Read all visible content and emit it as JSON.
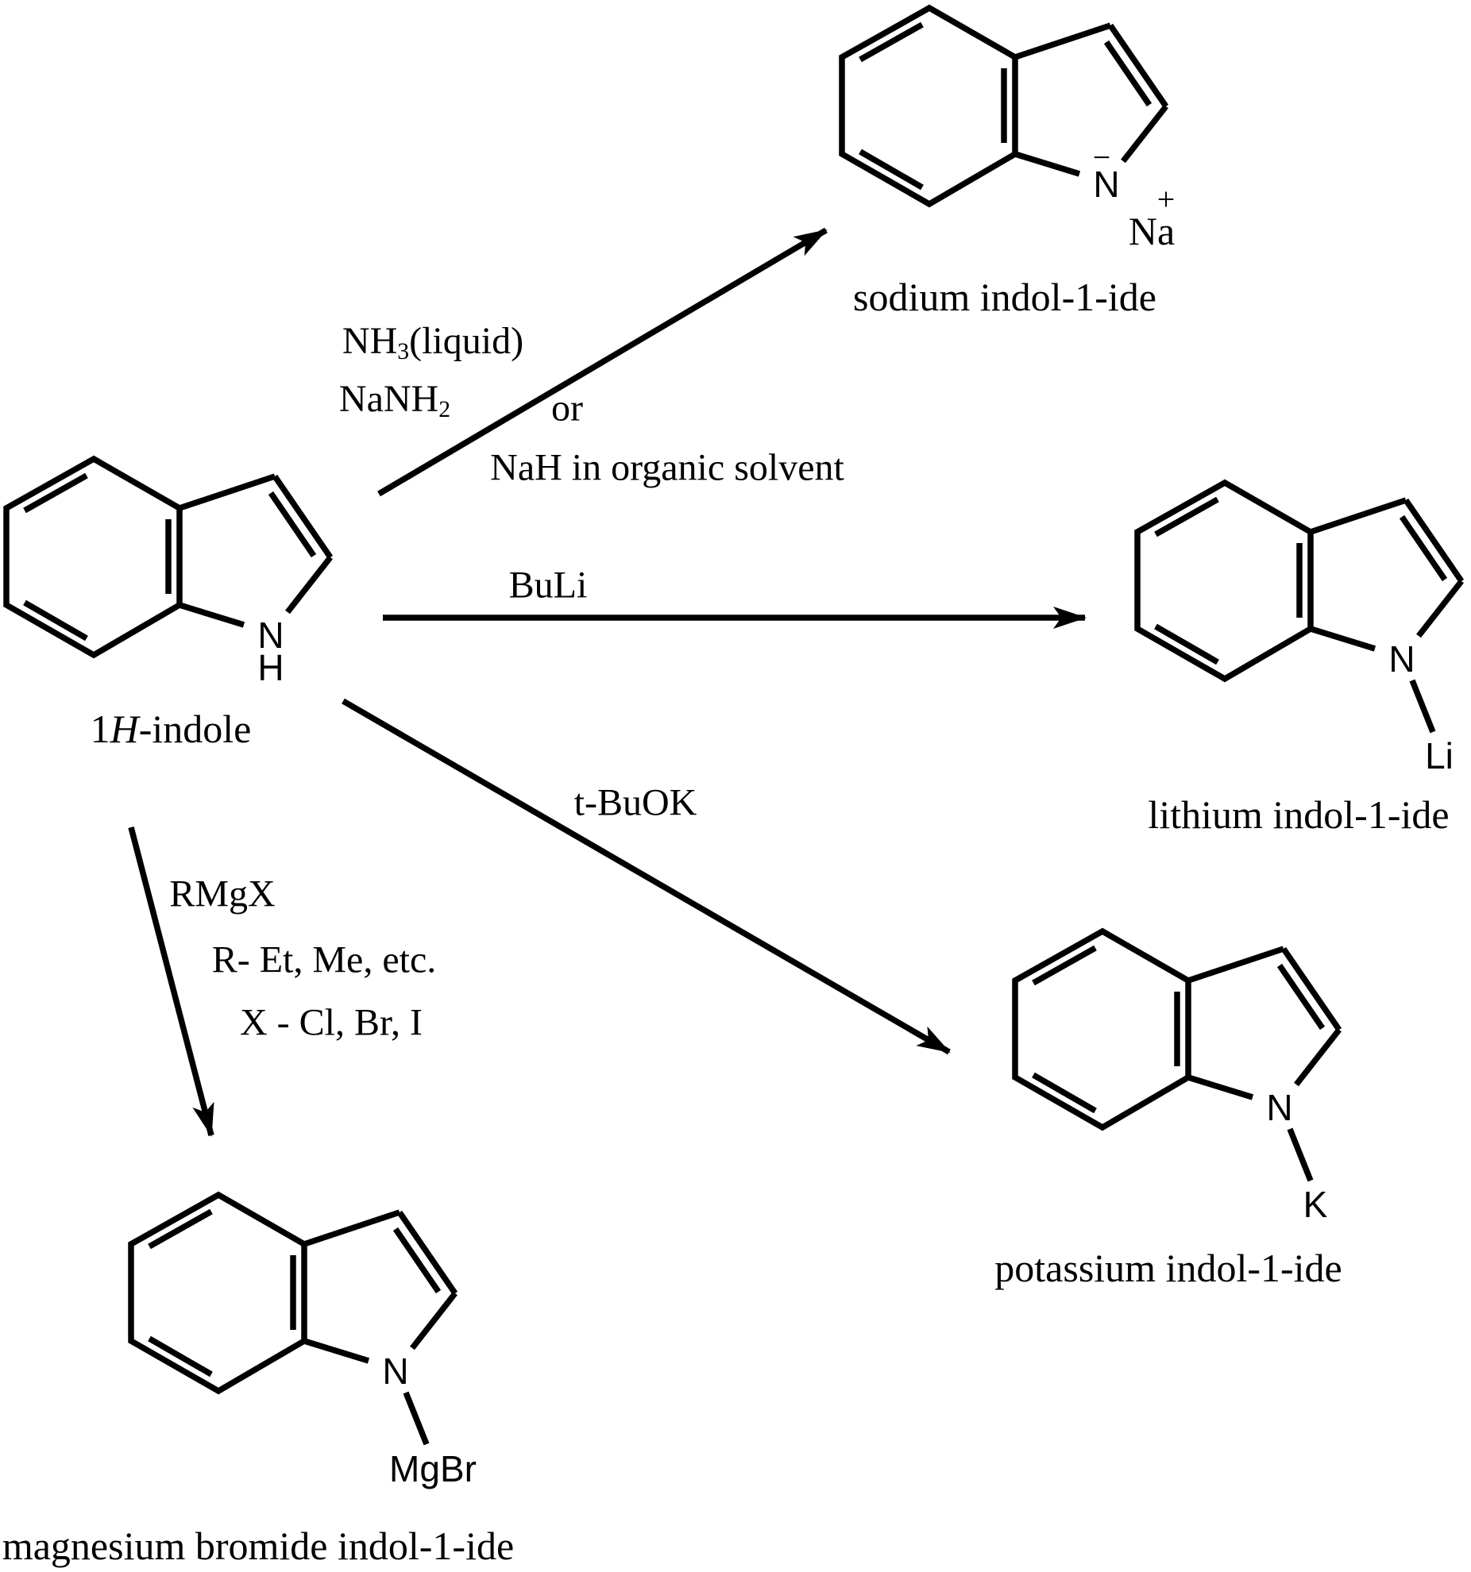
{
  "diagram": {
    "background": "#ffffff",
    "ink": "#000000"
  },
  "molecules": {
    "indole": {
      "name_pre": "1",
      "name_italic": "H",
      "name_post": "-indole",
      "atom_n": "N",
      "atom_h": "H"
    },
    "sodium_indolide": {
      "name": "sodium indol-1-ide",
      "atom_n": "N",
      "charge_negative": "−",
      "counter_ion": "Na",
      "charge_positive": "+"
    },
    "lithium_indolide": {
      "name": "lithium indol-1-ide",
      "atom_n": "N",
      "metal": "Li"
    },
    "potassium_indolide": {
      "name": "potassium indol-1-ide",
      "atom_n": "N",
      "metal": "K"
    },
    "magnesium_indolide": {
      "name": "magnesium bromide indol-1-ide",
      "atom_n": "N",
      "metal": "MgBr"
    }
  },
  "reagents": {
    "ammonia_base": "NH",
    "ammonia_sub": "3",
    "ammonia_rest": "(liquid)",
    "sodium_amide_base": "NaNH",
    "sodium_amide_sub": "2",
    "or_label": "or",
    "sodium_hydride": "NaH in organic solvent",
    "butyllithium": "BuLi",
    "potassium_tbutoxide": "t-BuOK",
    "grignard": "RMgX",
    "grignard_r": "R- Et, Me, etc.",
    "grignard_x": "X - Cl, Br, I"
  }
}
